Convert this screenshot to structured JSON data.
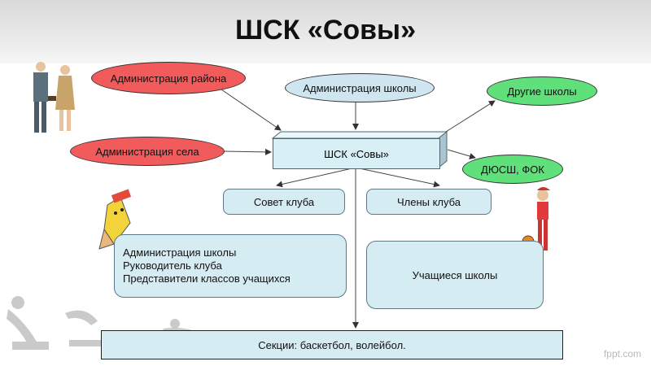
{
  "title": "ШСК «Совы»",
  "nodes": {
    "admin_rayona": "Администрация района",
    "admin_shkoly": "Администрация школы",
    "drugie_shkoly": "Другие школы",
    "admin_sela": "Администрация села",
    "center": "ШСК «Совы»",
    "dyussh": "ДЮСШ, ФОК",
    "sovet": "Совет клуба",
    "chleny": "Члены клуба",
    "sovet_list": [
      "Администрация школы",
      "Руководитель клуба",
      "Представители классов учащихся"
    ],
    "uchashchiesya": "Учащиеся школы",
    "sekcii": "Секции: баскетбол, волейбол."
  },
  "watermark": "fppt.com"
}
